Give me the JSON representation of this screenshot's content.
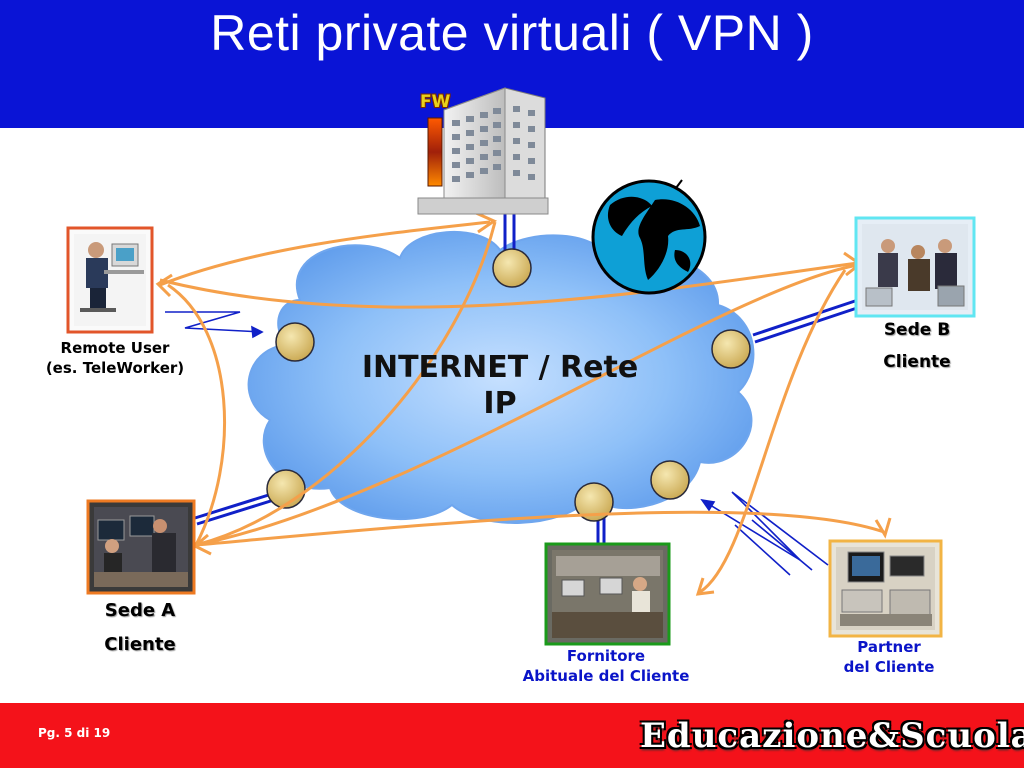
{
  "slide": {
    "title": "Reti private virtuali ( VPN )",
    "page_indicator": "Pg. 5 di 19",
    "brand": "Educazione&Scuola"
  },
  "colors": {
    "header_blue": "#0a14d6",
    "footer_red": "#f4121a",
    "tunnel_orange": "#f5a04a",
    "link_blue": "#1020c8"
  },
  "diagram": {
    "cloud_label_line1": "INTERNET / Rete",
    "cloud_label_line2": "IP",
    "firewall_label": "FW",
    "nodes": {
      "remote_user": {
        "line1": "Remote User",
        "line2": "(es. TeleWorker)",
        "icon": "teleworker-photo"
      },
      "sede_a": {
        "line1": "Sede A",
        "line2": "Cliente",
        "icon": "office-photo"
      },
      "sede_b": {
        "line1": "Sede B",
        "line2": "Cliente",
        "icon": "meeting-photo"
      },
      "fornitore": {
        "line1": "Fornitore",
        "line2": "Abituale del Cliente",
        "icon": "office-floor-photo"
      },
      "partner": {
        "line1": "Partner",
        "line2": "del Cliente",
        "icon": "workstation-photo"
      }
    },
    "headquarters_icon": "building-icon",
    "globe_icon": "globe-icon",
    "router_icon": "router-node-icon"
  }
}
